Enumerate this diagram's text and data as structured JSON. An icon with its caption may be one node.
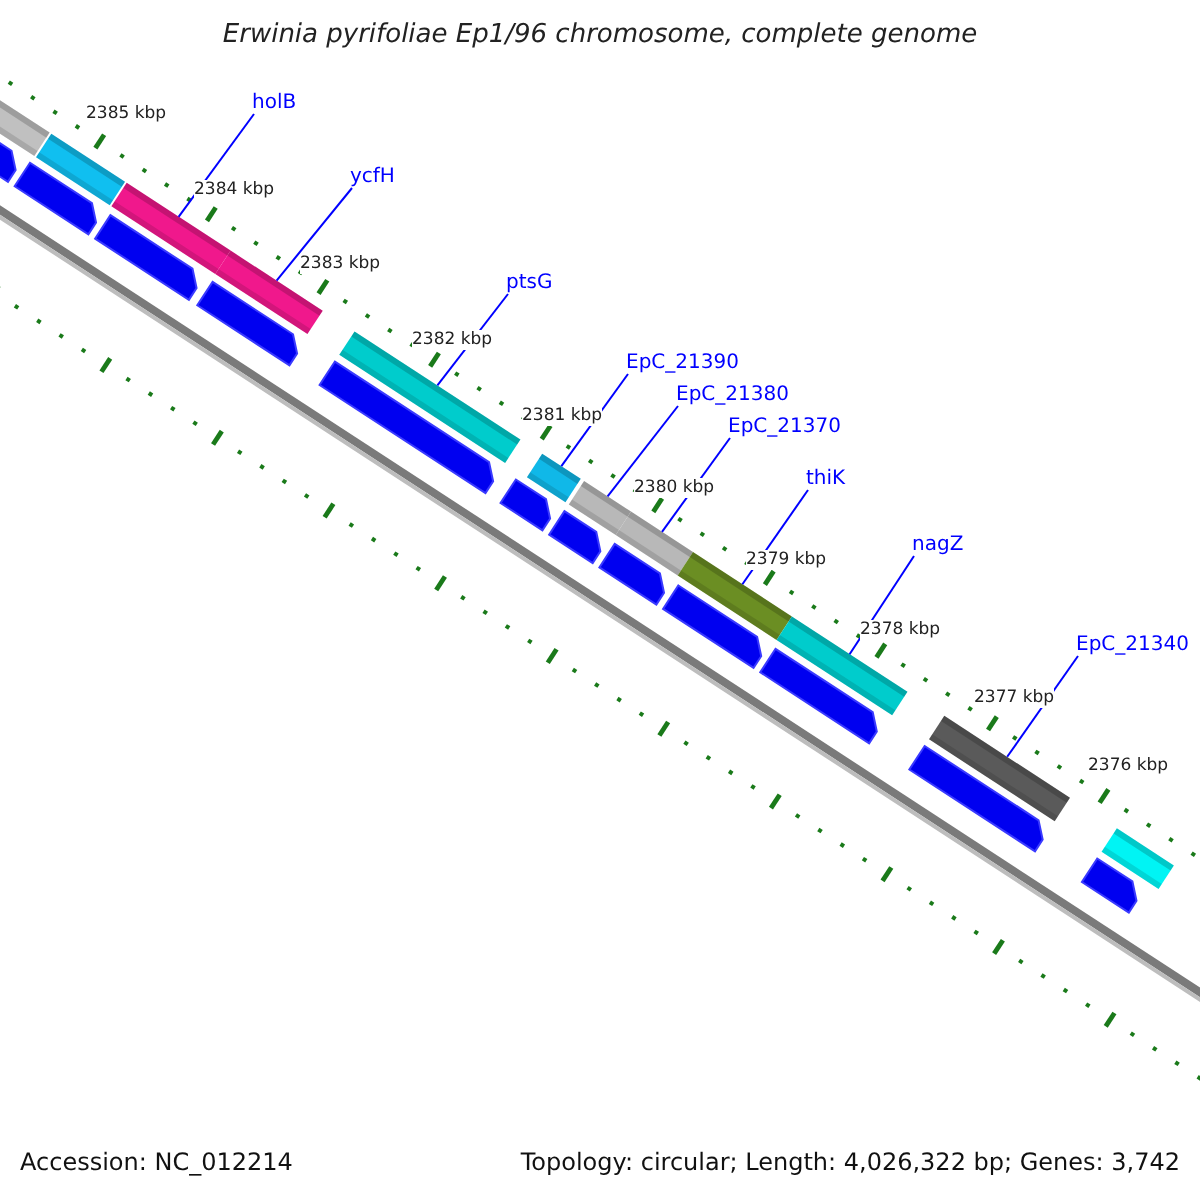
{
  "diagram": {
    "title": "Erwinia pyrifoliae Ep1/96 chromosome, complete genome",
    "nodes": [
      {
        "text": [
          "holB"
        ]
      },
      {
        "text": [
          "ycfH"
        ]
      },
      {
        "text": [
          "ptsG"
        ]
      },
      {
        "text": [
          "EpC_21390"
        ]
      },
      {
        "text": [
          "EpC_21380"
        ]
      },
      {
        "text": [
          "EpC_21370"
        ]
      },
      {
        "text": [
          "thiK"
        ]
      },
      {
        "text": [
          "nagZ"
        ]
      },
      {
        "text": [
          "EpC_21340"
        ]
      },
      {
        "text": [],
        "shape": "bar"
      },
      {
        "text": [],
        "shape": "bar"
      },
      {
        "text": [],
        "shape": "bar"
      },
      {
        "text": [],
        "shape": "bar"
      },
      {
        "text": [],
        "shape": "bar"
      },
      {
        "text": [],
        "shape": "bar"
      },
      {
        "text": [],
        "shape": "bar"
      },
      {
        "text": [],
        "shape": "bar"
      },
      {
        "text": [],
        "shape": "bar"
      },
      {
        "text": [],
        "shape": "bar"
      },
      {
        "text": [],
        "shape": "bar"
      },
      {
        "text": [],
        "shape": "bar"
      },
      {
        "text": [],
        "shape": "bar"
      },
      {
        "text": [],
        "shape": "bar"
      },
      {
        "text": [],
        "shape": "bar"
      },
      {
        "text": [],
        "shape": "bar"
      },
      {
        "text": [],
        "shape": "bar"
      },
      {
        "text": [],
        "shape": "bar"
      },
      {
        "text": [],
        "shape": "bar"
      },
      {
        "text": [],
        "shape": "bar"
      },
      {
        "text": [],
        "shape": "bar"
      },
      {
        "text": [],
        "shape": "bar"
      },
      {
        "text": [],
        "shape": "bar"
      },
      {
        "text": [],
        "shape": "bar"
      }
    ],
    "edges": [
      {
        "from": 0,
        "to": 9,
        "arrow": "none"
      },
      {
        "from": 1,
        "to": 10,
        "arrow": "none"
      },
      {
        "from": 2,
        "to": 11,
        "arrow": "none"
      },
      {
        "from": 3,
        "to": 12,
        "arrow": "none"
      },
      {
        "from": 4,
        "to": 13,
        "arrow": "none"
      },
      {
        "from": 5,
        "to": 14,
        "arrow": "none"
      },
      {
        "from": 6,
        "to": 15,
        "arrow": "none"
      },
      {
        "from": 7,
        "to": 16,
        "arrow": "none"
      },
      {
        "from": 8,
        "to": 17,
        "arrow": "none"
      }
    ],
    "labels": [
      "2385 kbp",
      "2384 kbp",
      "2383 kbp",
      "2382 kbp",
      "2381 kbp",
      "2380 kbp",
      "2379 kbp",
      "2378 kbp",
      "2377 kbp",
      "2376 kbp",
      "Accession: NC_012214",
      "Topology: circular; Length: 4,026,322 bp; Genes: 3,742"
    ]
  }
}
